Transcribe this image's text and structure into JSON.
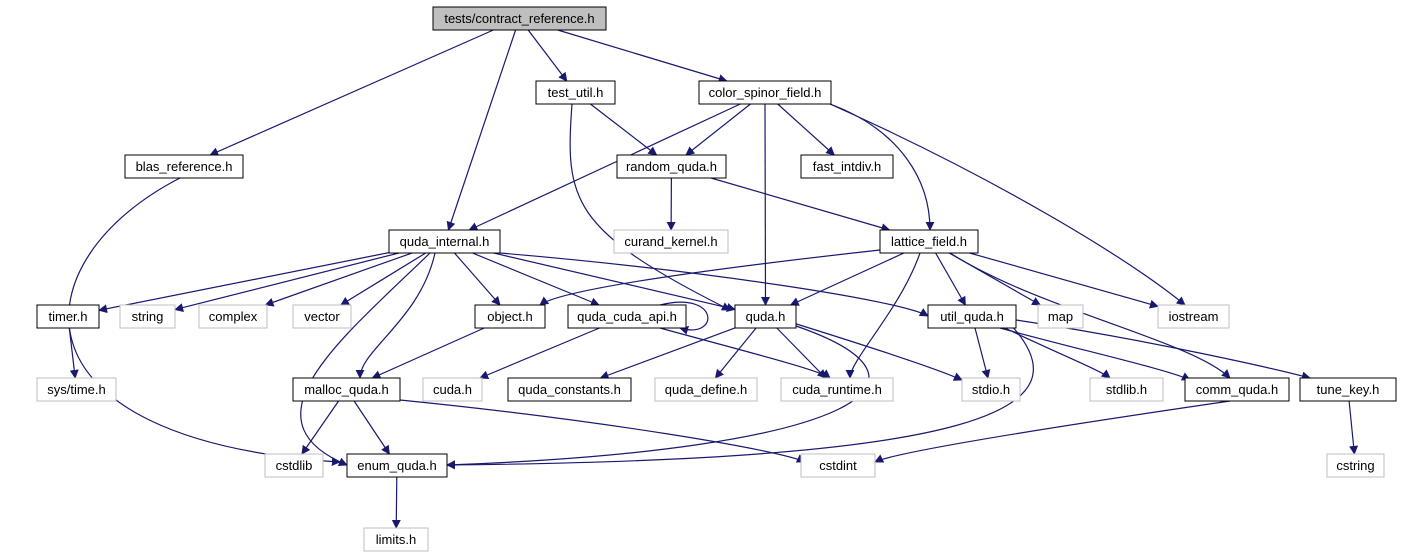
{
  "nodes": [
    {
      "id": "contract_reference",
      "label": "tests/contract_reference.h",
      "kind": "root"
    },
    {
      "id": "test_util",
      "label": "test_util.h",
      "kind": "std"
    },
    {
      "id": "color_spinor_field",
      "label": "color_spinor_field.h",
      "kind": "std"
    },
    {
      "id": "blas_reference",
      "label": "blas_reference.h",
      "kind": "std"
    },
    {
      "id": "random_quda",
      "label": "random_quda.h",
      "kind": "std"
    },
    {
      "id": "fast_intdiv",
      "label": "fast_intdiv.h",
      "kind": "std"
    },
    {
      "id": "quda_internal",
      "label": "quda_internal.h",
      "kind": "std"
    },
    {
      "id": "curand_kernel",
      "label": "curand_kernel.h",
      "kind": "ext"
    },
    {
      "id": "lattice_field",
      "label": "lattice_field.h",
      "kind": "std"
    },
    {
      "id": "timer",
      "label": "timer.h",
      "kind": "std"
    },
    {
      "id": "string",
      "label": "string",
      "kind": "ext"
    },
    {
      "id": "complex",
      "label": "complex",
      "kind": "ext"
    },
    {
      "id": "vector",
      "label": "vector",
      "kind": "ext"
    },
    {
      "id": "object",
      "label": "object.h",
      "kind": "std"
    },
    {
      "id": "quda_cuda_api",
      "label": "quda_cuda_api.h",
      "kind": "std"
    },
    {
      "id": "quda",
      "label": "quda.h",
      "kind": "std"
    },
    {
      "id": "util_quda",
      "label": "util_quda.h",
      "kind": "std"
    },
    {
      "id": "map",
      "label": "map",
      "kind": "ext"
    },
    {
      "id": "iostream",
      "label": "iostream",
      "kind": "ext"
    },
    {
      "id": "sys_time",
      "label": "sys/time.h",
      "kind": "ext"
    },
    {
      "id": "malloc_quda",
      "label": "malloc_quda.h",
      "kind": "std"
    },
    {
      "id": "cuda",
      "label": "cuda.h",
      "kind": "ext"
    },
    {
      "id": "quda_constants",
      "label": "quda_constants.h",
      "kind": "std"
    },
    {
      "id": "quda_define",
      "label": "quda_define.h",
      "kind": "ext"
    },
    {
      "id": "cuda_runtime",
      "label": "cuda_runtime.h",
      "kind": "ext"
    },
    {
      "id": "stdio",
      "label": "stdio.h",
      "kind": "ext"
    },
    {
      "id": "stdlib",
      "label": "stdlib.h",
      "kind": "ext"
    },
    {
      "id": "comm_quda",
      "label": "comm_quda.h",
      "kind": "std"
    },
    {
      "id": "tune_key",
      "label": "tune_key.h",
      "kind": "std"
    },
    {
      "id": "cstdlib",
      "label": "cstdlib",
      "kind": "ext"
    },
    {
      "id": "enum_quda",
      "label": "enum_quda.h",
      "kind": "std"
    },
    {
      "id": "cstdint",
      "label": "cstdint",
      "kind": "ext"
    },
    {
      "id": "cstring",
      "label": "cstring",
      "kind": "ext"
    },
    {
      "id": "limits",
      "label": "limits.h",
      "kind": "ext"
    }
  ],
  "edges": [
    [
      "contract_reference",
      "test_util"
    ],
    [
      "contract_reference",
      "color_spinor_field"
    ],
    [
      "contract_reference",
      "blas_reference"
    ],
    [
      "contract_reference",
      "quda_internal"
    ],
    [
      "test_util",
      "random_quda"
    ],
    [
      "test_util",
      "quda"
    ],
    [
      "color_spinor_field",
      "random_quda"
    ],
    [
      "color_spinor_field",
      "fast_intdiv"
    ],
    [
      "color_spinor_field",
      "quda_internal"
    ],
    [
      "color_spinor_field",
      "quda"
    ],
    [
      "color_spinor_field",
      "lattice_field"
    ],
    [
      "color_spinor_field",
      "iostream"
    ],
    [
      "blas_reference",
      "enum_quda"
    ],
    [
      "random_quda",
      "curand_kernel"
    ],
    [
      "random_quda",
      "lattice_field"
    ],
    [
      "quda_internal",
      "timer"
    ],
    [
      "quda_internal",
      "string"
    ],
    [
      "quda_internal",
      "complex"
    ],
    [
      "quda_internal",
      "vector"
    ],
    [
      "quda_internal",
      "object"
    ],
    [
      "quda_internal",
      "quda_cuda_api"
    ],
    [
      "quda_internal",
      "quda"
    ],
    [
      "quda_internal",
      "util_quda"
    ],
    [
      "quda_internal",
      "malloc_quda"
    ],
    [
      "quda_internal",
      "enum_quda"
    ],
    [
      "lattice_field",
      "object"
    ],
    [
      "lattice_field",
      "quda"
    ],
    [
      "lattice_field",
      "util_quda"
    ],
    [
      "lattice_field",
      "map"
    ],
    [
      "lattice_field",
      "iostream"
    ],
    [
      "lattice_field",
      "cuda_runtime"
    ],
    [
      "lattice_field",
      "comm_quda"
    ],
    [
      "timer",
      "sys_time"
    ],
    [
      "object",
      "malloc_quda"
    ],
    [
      "quda_cuda_api",
      "quda_cuda_api"
    ],
    [
      "quda_cuda_api",
      "cuda"
    ],
    [
      "quda_cuda_api",
      "cuda_runtime"
    ],
    [
      "quda",
      "quda_constants"
    ],
    [
      "quda",
      "quda_define"
    ],
    [
      "quda",
      "cuda_runtime"
    ],
    [
      "quda",
      "stdio"
    ],
    [
      "quda",
      "enum_quda"
    ],
    [
      "util_quda",
      "stdio"
    ],
    [
      "util_quda",
      "stdlib"
    ],
    [
      "util_quda",
      "comm_quda"
    ],
    [
      "util_quda",
      "tune_key"
    ],
    [
      "util_quda",
      "enum_quda"
    ],
    [
      "malloc_quda",
      "cstdlib"
    ],
    [
      "malloc_quda",
      "enum_quda"
    ],
    [
      "malloc_quda",
      "cstdint"
    ],
    [
      "comm_quda",
      "cstdint"
    ],
    [
      "tune_key",
      "cstring"
    ],
    [
      "enum_quda",
      "limits"
    ]
  ]
}
